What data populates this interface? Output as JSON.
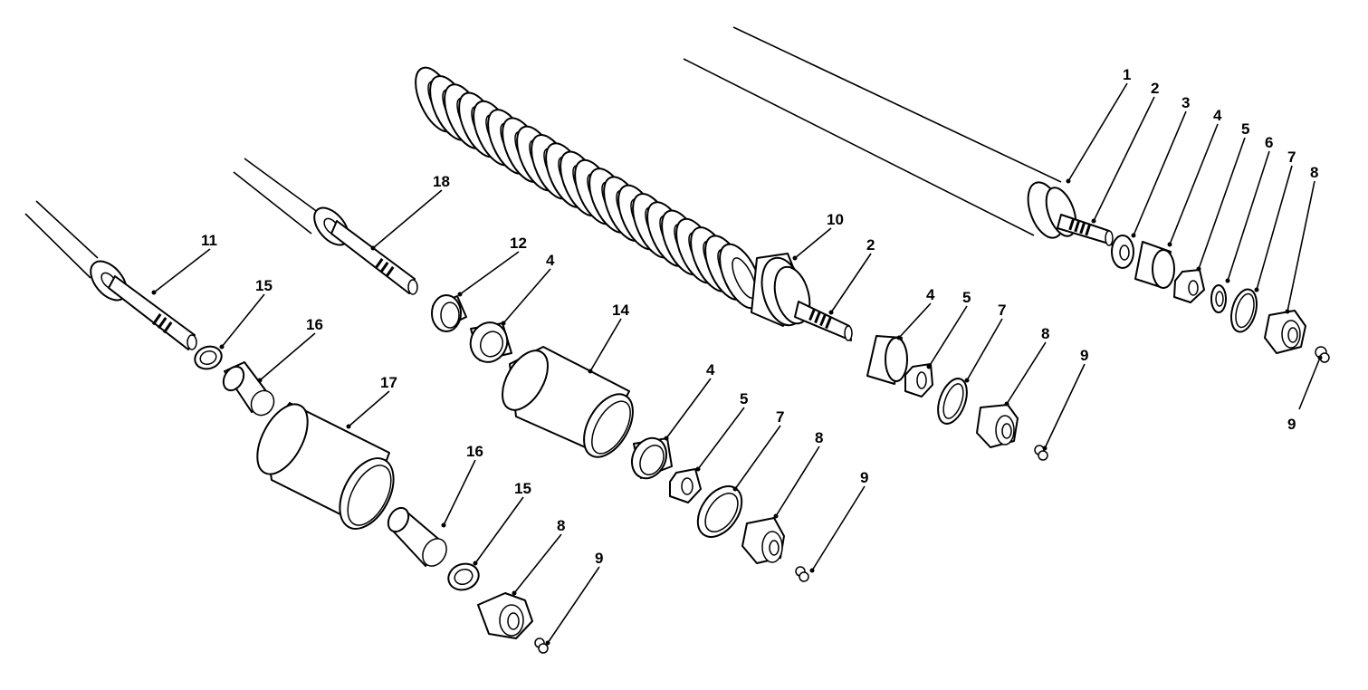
{
  "callouts": [
    {
      "key": "c1",
      "text": "1"
    },
    {
      "key": "c2a",
      "text": "2"
    },
    {
      "key": "c3",
      "text": "3"
    },
    {
      "key": "c4a",
      "text": "4"
    },
    {
      "key": "c5a",
      "text": "5"
    },
    {
      "key": "c6",
      "text": "6"
    },
    {
      "key": "c7a",
      "text": "7"
    },
    {
      "key": "c8a",
      "text": "8"
    },
    {
      "key": "c9a",
      "text": "9"
    },
    {
      "key": "c10",
      "text": "10"
    },
    {
      "key": "c2b",
      "text": "2"
    },
    {
      "key": "c4b",
      "text": "4"
    },
    {
      "key": "c5b",
      "text": "5"
    },
    {
      "key": "c7b",
      "text": "7"
    },
    {
      "key": "c8b",
      "text": "8"
    },
    {
      "key": "c9b",
      "text": "9"
    },
    {
      "key": "c18",
      "text": "18"
    },
    {
      "key": "c12",
      "text": "12"
    },
    {
      "key": "c4c",
      "text": "4"
    },
    {
      "key": "c14",
      "text": "14"
    },
    {
      "key": "c4d",
      "text": "4"
    },
    {
      "key": "c5c",
      "text": "5"
    },
    {
      "key": "c7c",
      "text": "7"
    },
    {
      "key": "c8c",
      "text": "8"
    },
    {
      "key": "c9c",
      "text": "9"
    },
    {
      "key": "c11",
      "text": "11"
    },
    {
      "key": "c15a",
      "text": "15"
    },
    {
      "key": "c16a",
      "text": "16"
    },
    {
      "key": "c17",
      "text": "17"
    },
    {
      "key": "c16b",
      "text": "16"
    },
    {
      "key": "c15b",
      "text": "15"
    },
    {
      "key": "c8d",
      "text": "8"
    },
    {
      "key": "c9d",
      "text": "9"
    }
  ]
}
